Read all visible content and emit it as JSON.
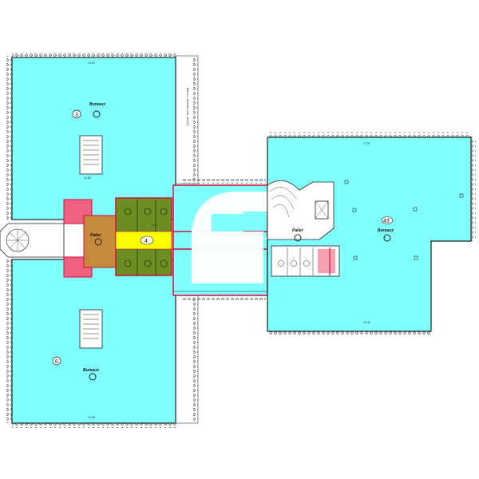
{
  "plan": {
    "rooms": [
      {
        "id": "3",
        "label": "Bureaux",
        "dim_top": "19.63",
        "dim_bottom": "14.85"
      },
      {
        "id": "6",
        "label": "Bureaux",
        "dim_bottom": "13.88"
      },
      {
        "id": "4",
        "label": "Palier"
      },
      {
        "id": "43",
        "label": "Bureaux",
        "dim_top": "17.87",
        "dim_bottom": "20.45"
      }
    ],
    "core_labels": {
      "left_landing": "Palier",
      "right_landing": "Palier",
      "wc": "W.C."
    },
    "balcony_label": "Balcon - terrasse (inac. techn.)",
    "colors": {
      "office": "#80ffff",
      "sanitary": "#6b8e23",
      "landing": "#c68a3c",
      "corridor": "#ffff00",
      "technical": "#f06080",
      "wall": "#d0103a"
    }
  }
}
